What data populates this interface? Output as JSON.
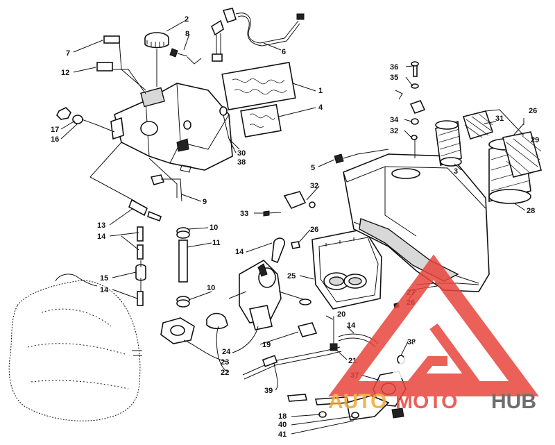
{
  "diagram": {
    "callouts": [
      {
        "key": "c1",
        "text": "1"
      },
      {
        "key": "c2",
        "text": "2"
      },
      {
        "key": "c3",
        "text": "3"
      },
      {
        "key": "c4",
        "text": "4"
      },
      {
        "key": "c5",
        "text": "5"
      },
      {
        "key": "c6",
        "text": "6"
      },
      {
        "key": "c7",
        "text": "7"
      },
      {
        "key": "c8",
        "text": "8"
      },
      {
        "key": "c9",
        "text": "9"
      },
      {
        "key": "c10a",
        "text": "10"
      },
      {
        "key": "c10b",
        "text": "10"
      },
      {
        "key": "c11",
        "text": "11"
      },
      {
        "key": "c12",
        "text": "12"
      },
      {
        "key": "c13",
        "text": "13"
      },
      {
        "key": "c14a",
        "text": "14"
      },
      {
        "key": "c14b",
        "text": "14"
      },
      {
        "key": "c14c",
        "text": "14"
      },
      {
        "key": "c14d",
        "text": "14"
      },
      {
        "key": "c15",
        "text": "15"
      },
      {
        "key": "c16",
        "text": "16"
      },
      {
        "key": "c17",
        "text": "17"
      },
      {
        "key": "c18",
        "text": "18"
      },
      {
        "key": "c19",
        "text": "19"
      },
      {
        "key": "c20",
        "text": "20"
      },
      {
        "key": "c21",
        "text": "21"
      },
      {
        "key": "c22",
        "text": "22"
      },
      {
        "key": "c23",
        "text": "23"
      },
      {
        "key": "c24",
        "text": "24"
      },
      {
        "key": "c25",
        "text": "25"
      },
      {
        "key": "c26a",
        "text": "26"
      },
      {
        "key": "c26b",
        "text": "26"
      },
      {
        "key": "c26c",
        "text": "26"
      },
      {
        "key": "c27",
        "text": "27"
      },
      {
        "key": "c28",
        "text": "28"
      },
      {
        "key": "c29",
        "text": "29"
      },
      {
        "key": "c30",
        "text": "30"
      },
      {
        "key": "c31",
        "text": "31"
      },
      {
        "key": "c32a",
        "text": "32"
      },
      {
        "key": "c32b",
        "text": "32"
      },
      {
        "key": "c33",
        "text": "33"
      },
      {
        "key": "c34",
        "text": "34"
      },
      {
        "key": "c35",
        "text": "35"
      },
      {
        "key": "c36",
        "text": "36"
      },
      {
        "key": "c37",
        "text": "37"
      },
      {
        "key": "c38a",
        "text": "38"
      },
      {
        "key": "c38b",
        "text": "38"
      },
      {
        "key": "c39",
        "text": "39"
      },
      {
        "key": "c40",
        "text": "40"
      },
      {
        "key": "c41",
        "text": "41"
      }
    ]
  },
  "watermark": {
    "brand_part1": "AUTO",
    "brand_part2": "MOTO",
    "brand_part3": "HUB",
    "color_red": "#e8453c",
    "color_orange": "#f0a830",
    "color_gray": "#555555"
  }
}
